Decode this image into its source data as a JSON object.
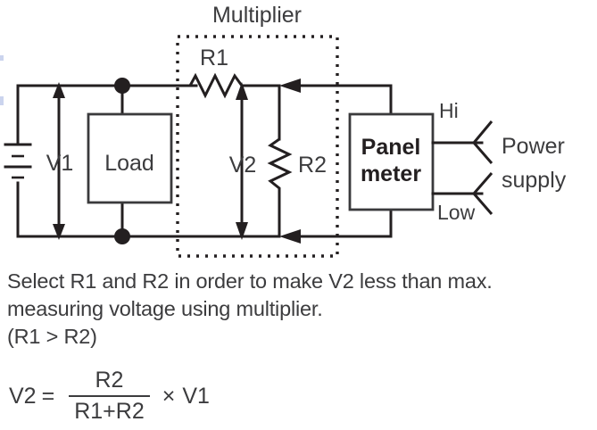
{
  "diagram": {
    "title": "Multiplier",
    "labels": {
      "v1": "V1",
      "v2": "V2",
      "r1": "R1",
      "r2": "R2",
      "load": "Load",
      "panel_meter_line1": "Panel",
      "panel_meter_line2": "meter",
      "hi": "Hi",
      "low": "Low",
      "power_supply_line1": "Power",
      "power_supply_line2": "supply"
    },
    "components": [
      {
        "name": "battery",
        "label": ""
      },
      {
        "name": "load-box",
        "label": "Load"
      },
      {
        "name": "resistor-r1",
        "label": "R1"
      },
      {
        "name": "resistor-r2",
        "label": "R2"
      },
      {
        "name": "panel-meter-box",
        "label": "Panel meter"
      },
      {
        "name": "multiplier-boundary",
        "label": "Multiplier"
      },
      {
        "name": "power-supply-terminals",
        "label": "Power supply"
      }
    ],
    "colors": {
      "line": "#231f20",
      "box_line": "#3a3a3c",
      "text": "#3c3c3e",
      "background": "#ffffff"
    }
  },
  "caption": {
    "lines": [
      "Select R1 and R2 in order to make V2 less than max.",
      "measuring voltage using multiplier.",
      "(R1 > R2)"
    ]
  },
  "formula": {
    "lhs": "V2",
    "equals": "=",
    "numerator": "R2",
    "denominator": "R1+R2",
    "times": "×",
    "rhs": "V1"
  }
}
